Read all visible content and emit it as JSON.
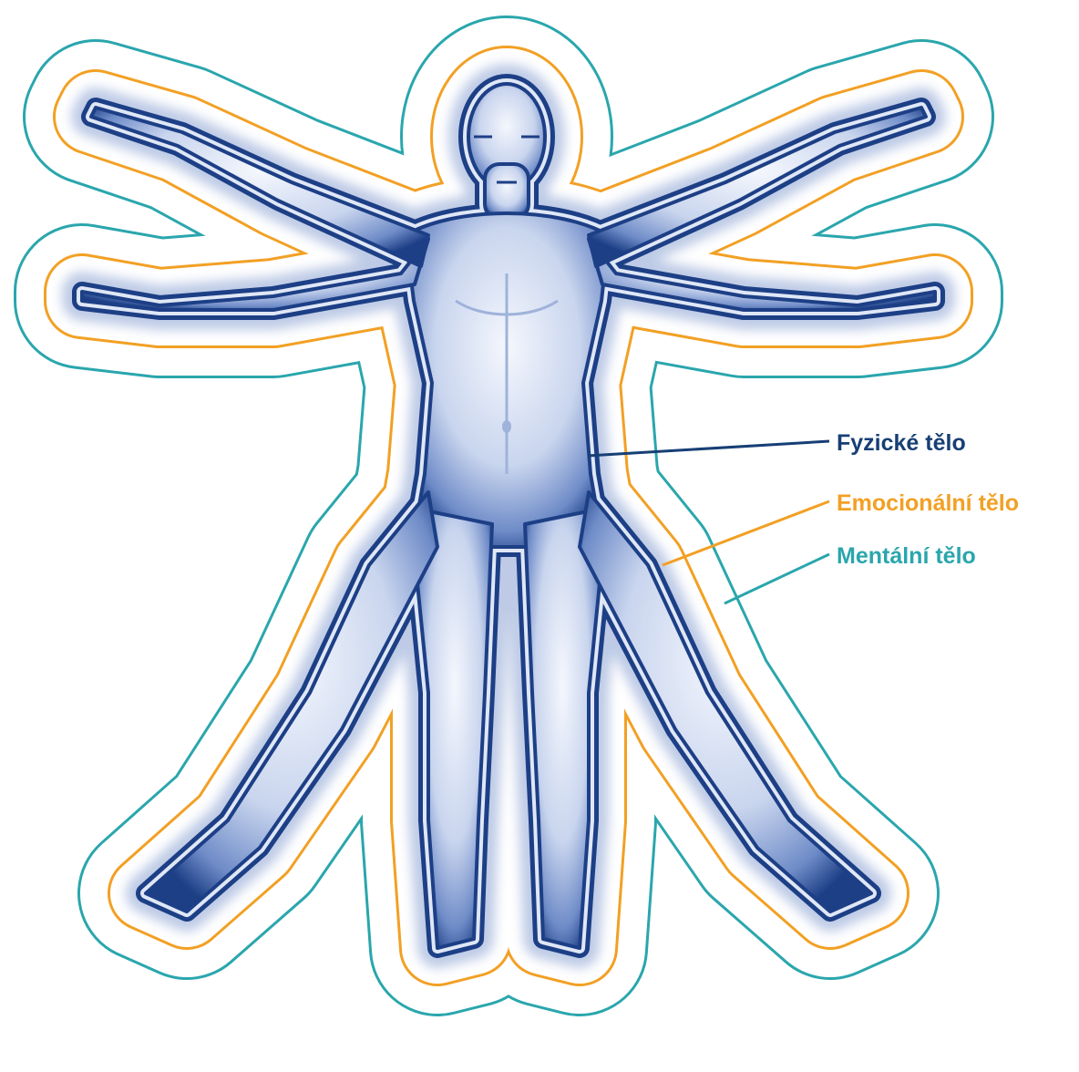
{
  "colors": {
    "physical": "#173f75",
    "emotional": "#f2a024",
    "mental": "#2aa6ad",
    "figure_light": "#eef2fb",
    "figure_mid": "#9fb2da",
    "figure_dark": "#1d3f86"
  },
  "legend": [
    {
      "key": "physical",
      "label": "Fyzické tělo"
    },
    {
      "key": "emotional",
      "label": "Emocionální tělo"
    },
    {
      "key": "mental",
      "label": "Mentální tělo"
    }
  ]
}
